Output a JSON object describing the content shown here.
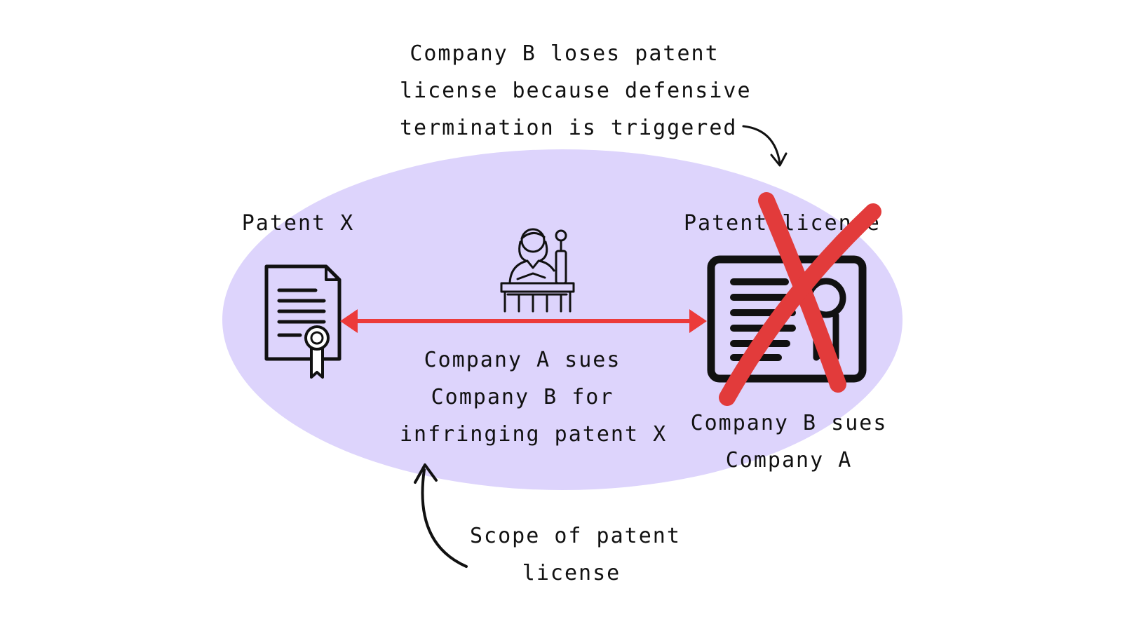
{
  "callout_top": {
    "lines": [
      "Company B loses patent",
      "license because defensive",
      "termination is triggered"
    ]
  },
  "patent_x": {
    "label": "Patent X"
  },
  "patent_license": {
    "label": "Patent license"
  },
  "lawsuit_a": {
    "lines": [
      "Company A sues",
      "Company B for",
      "infringing patent X"
    ]
  },
  "lawsuit_b": {
    "lines": [
      "Company B sues",
      "Company A"
    ]
  },
  "scope_note": {
    "lines": [
      "Scope of patent",
      "license"
    ]
  },
  "colors": {
    "scope_fill": "#ddd4fc",
    "arrow": "#ec3a3a",
    "cross": "#e23b3b",
    "ink": "#111111"
  },
  "icons": [
    "patent-document-icon",
    "judge-gavel-icon",
    "license-certificate-icon",
    "red-cross-icon",
    "curved-arrow-icon"
  ]
}
